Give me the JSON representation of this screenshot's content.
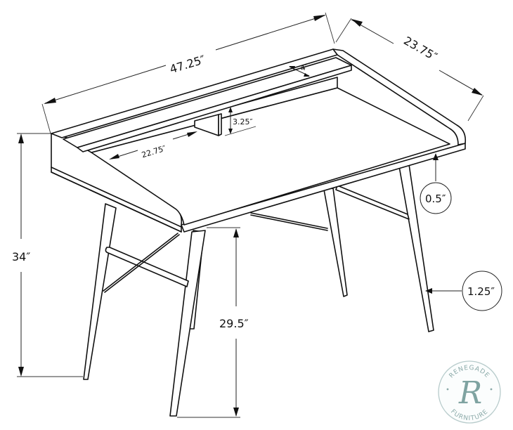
{
  "diagram": {
    "subject": "Writing desk with hutch shelf - dimension drawing",
    "dimensions": {
      "width": "47.25″",
      "depth": "23.75″",
      "total_height": "34″",
      "seat_clearance": "29.5″",
      "shelf_depth": "4″",
      "shelf_height": "3.25″",
      "inner_depth": "22.75″",
      "top_thickness": "0.5″",
      "leg_diameter": "1.25″"
    },
    "colors": {
      "line": "#111111",
      "background": "#ffffff",
      "logo": "#8aa9a8"
    }
  },
  "logo": {
    "top_text": "RENEGADE",
    "bottom_text": "FURNITURE",
    "monogram": "R"
  }
}
